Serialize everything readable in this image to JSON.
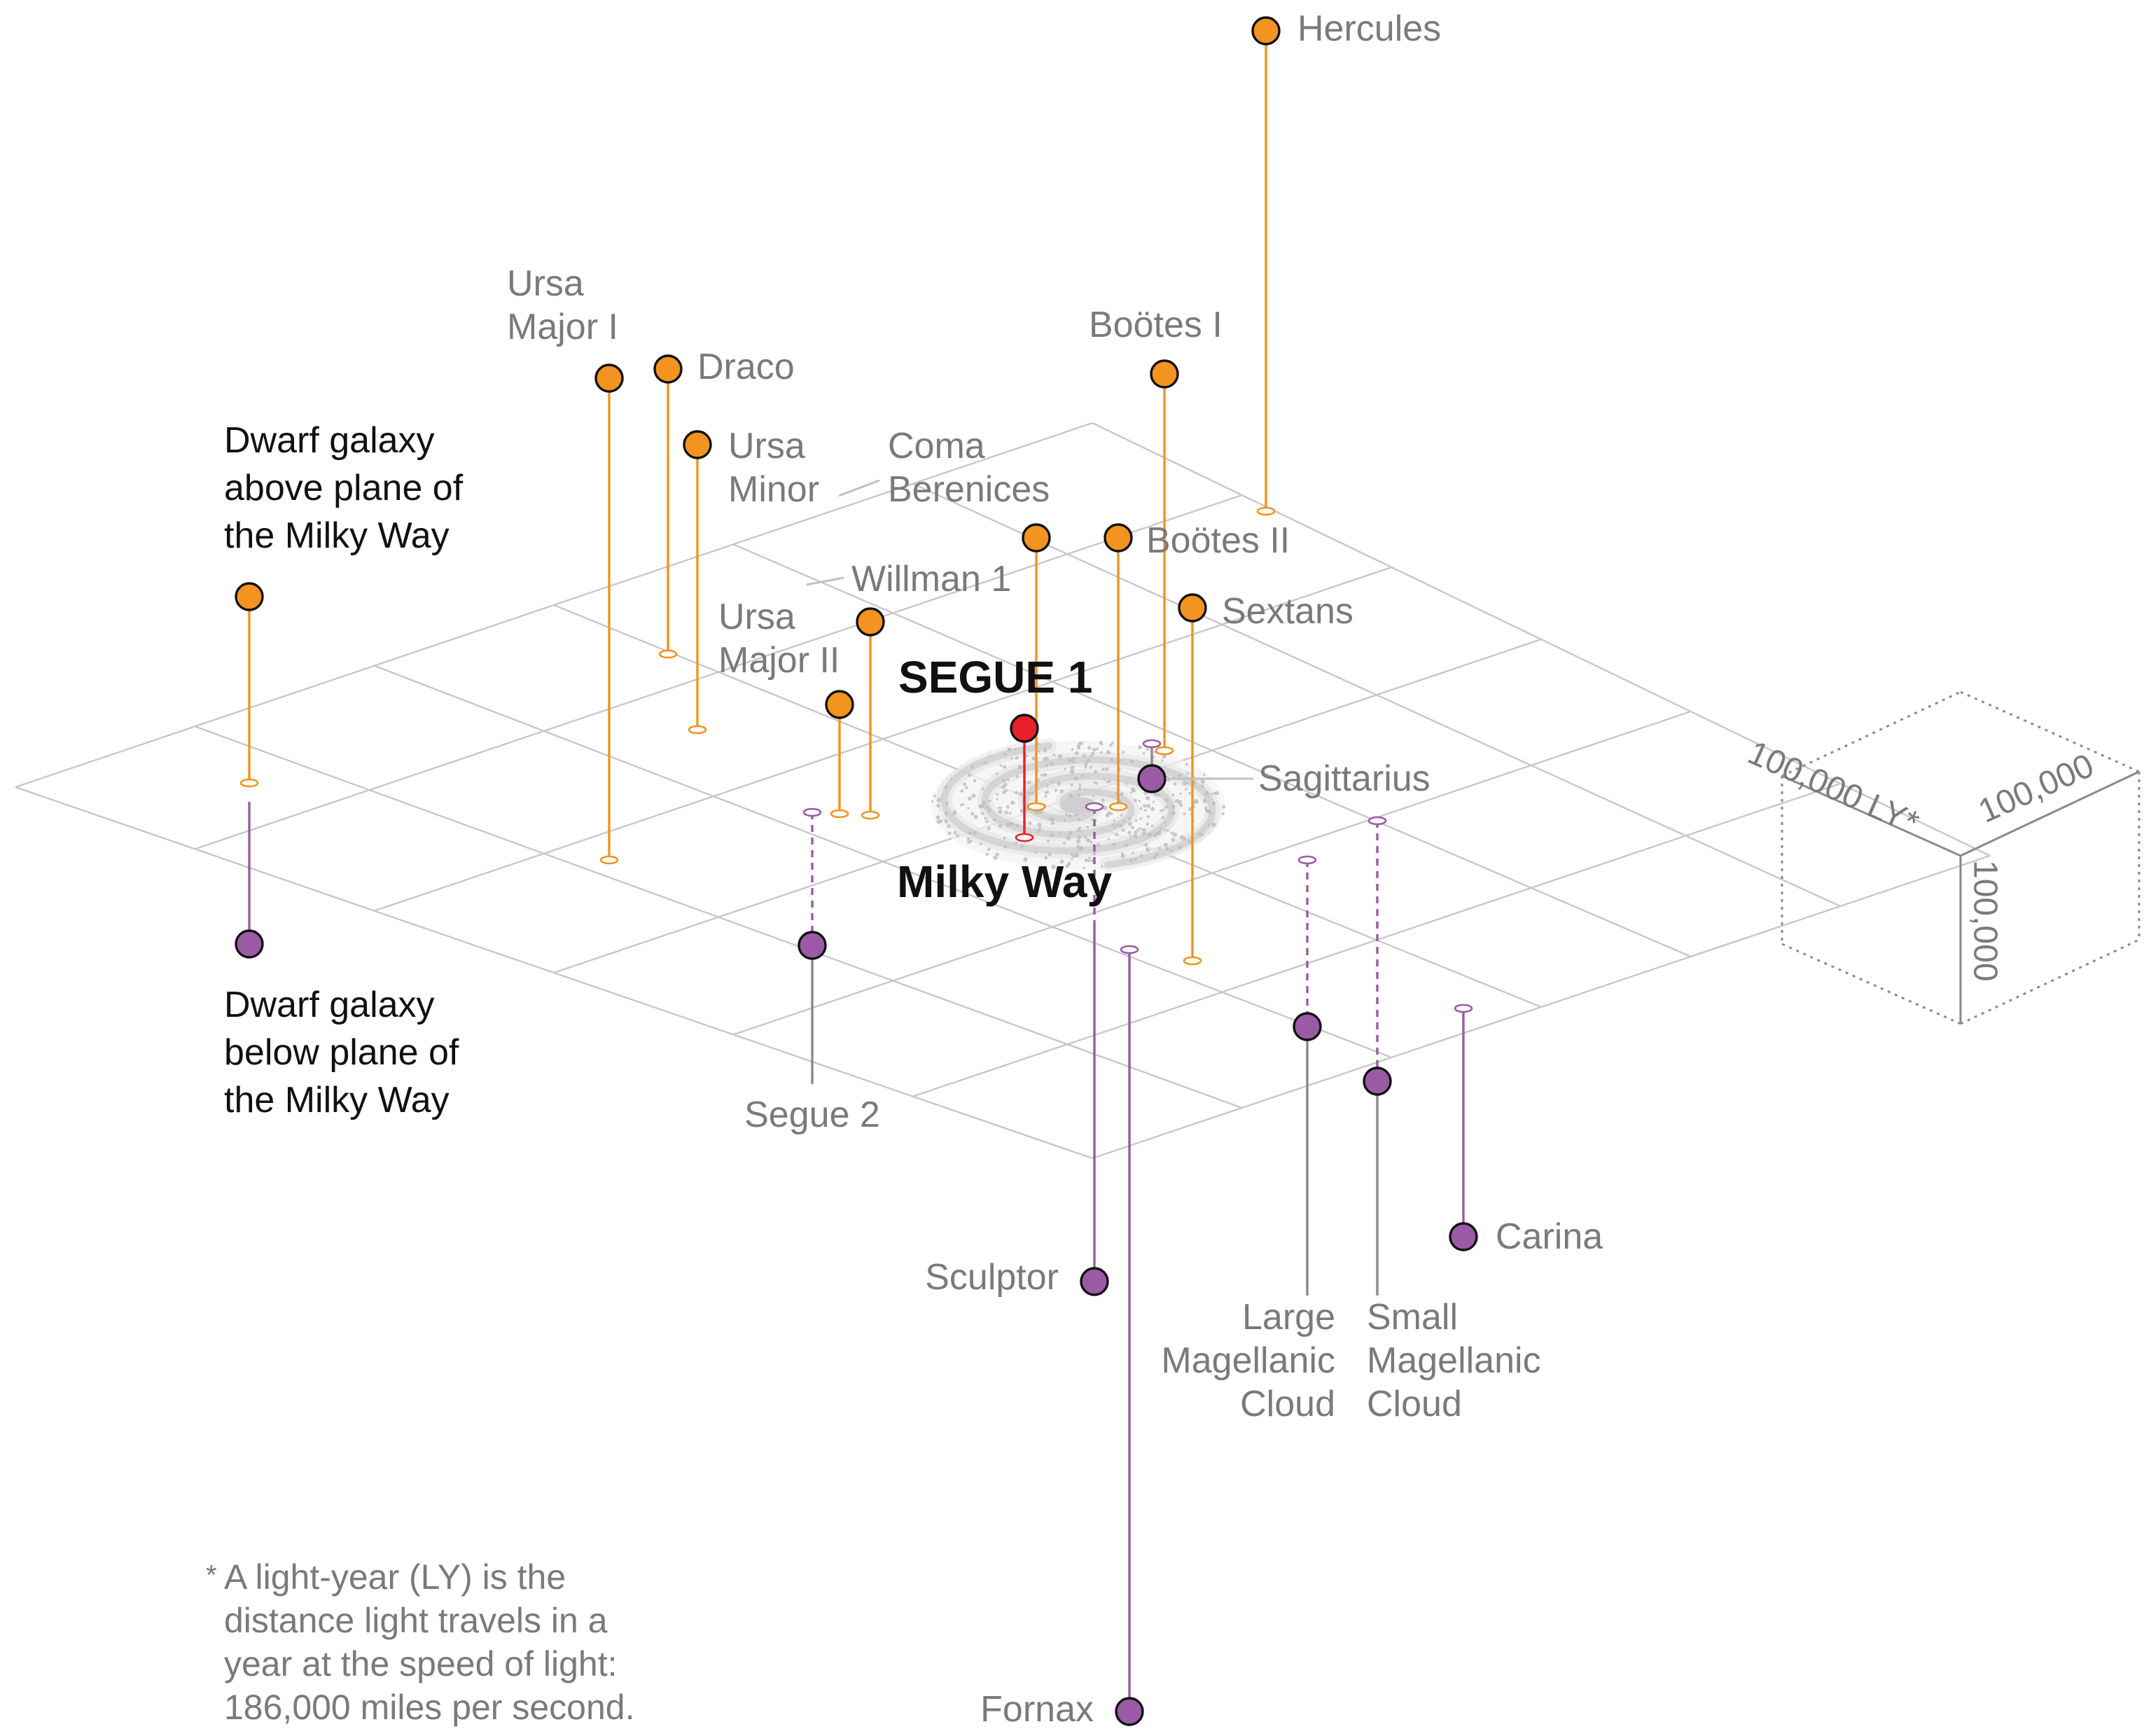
{
  "colors": {
    "above": "#f39320",
    "below": "#9b5aa6",
    "segue": "#e8202a",
    "grid": "#c8c8c8",
    "label_gray": "#7a7a7a",
    "label_dark": "#111111",
    "stem_gray": "#8a8a8a"
  },
  "legend": {
    "above": [
      "Dwarf galaxy",
      "above plane of",
      "the Milky Way"
    ],
    "below": [
      "Dwarf galaxy",
      "below plane of",
      "the Milky Way"
    ]
  },
  "galaxies": [
    {
      "name": "Hercules",
      "lines": [
        "Hercules"
      ],
      "side": "above"
    },
    {
      "name": "Ursa Major I",
      "lines": [
        "Ursa",
        "Major I"
      ],
      "side": "above"
    },
    {
      "name": "Draco",
      "lines": [
        "Draco"
      ],
      "side": "above"
    },
    {
      "name": "Ursa Minor",
      "lines": [
        "Ursa",
        "Minor"
      ],
      "side": "above"
    },
    {
      "name": "Coma Berenices",
      "lines": [
        "Coma",
        "Berenices"
      ],
      "side": "above"
    },
    {
      "name": "Boötes I",
      "lines": [
        "Boötes I"
      ],
      "side": "above"
    },
    {
      "name": "Boötes II",
      "lines": [
        "Boötes II"
      ],
      "side": "above"
    },
    {
      "name": "Willman 1",
      "lines": [
        "Willman 1"
      ],
      "side": "above"
    },
    {
      "name": "Sextans",
      "lines": [
        "Sextans"
      ],
      "side": "above"
    },
    {
      "name": "Ursa Major II",
      "lines": [
        "Ursa",
        "Major II"
      ],
      "side": "above"
    },
    {
      "name": "Sagittarius",
      "lines": [
        "Sagittarius"
      ],
      "side": "below"
    },
    {
      "name": "Segue 2",
      "lines": [
        "Segue 2"
      ],
      "side": "below"
    },
    {
      "name": "Sculptor",
      "lines": [
        "Sculptor"
      ],
      "side": "below"
    },
    {
      "name": "Fornax",
      "lines": [
        "Fornax"
      ],
      "side": "below"
    },
    {
      "name": "Large Magellanic Cloud",
      "lines": [
        "Large",
        "Magellanic",
        "Cloud"
      ],
      "side": "below"
    },
    {
      "name": "Small Magellanic Cloud",
      "lines": [
        "Small",
        "Magellanic",
        "Cloud"
      ],
      "side": "below"
    },
    {
      "name": "Carina",
      "lines": [
        "Carina"
      ],
      "side": "below"
    }
  ],
  "segue1": {
    "label": "SEGUE 1"
  },
  "milky_way": {
    "label": "Milky Way"
  },
  "scale": {
    "length1": "100,000 LY*",
    "length2": "100,000",
    "height": "100,000"
  },
  "footnote": {
    "marker": "*",
    "lines": [
      "A light-year (LY) is the",
      "distance light travels in a",
      "year at the speed of light:",
      "186,000 miles per second."
    ]
  }
}
